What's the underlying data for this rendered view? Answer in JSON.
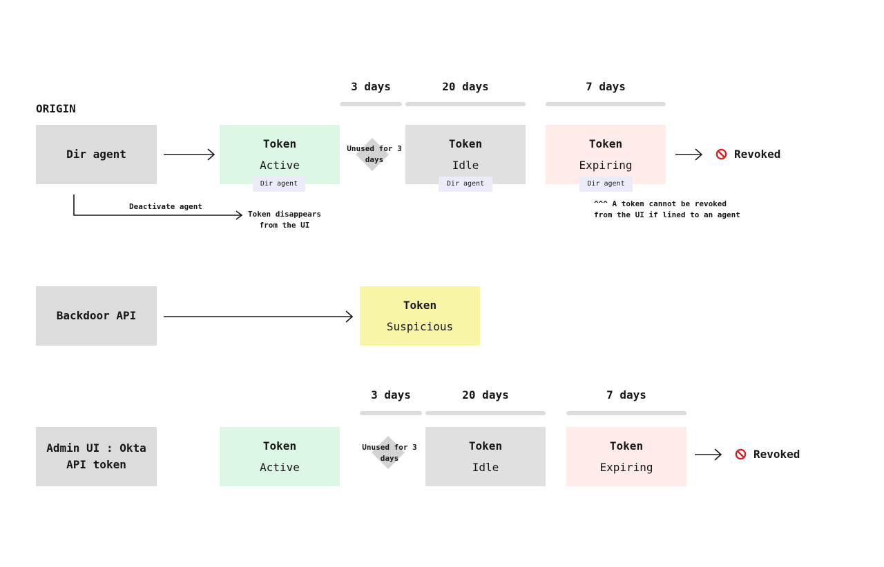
{
  "origin_heading": "ORIGIN",
  "row1": {
    "origin": "Dir agent",
    "durations": [
      "3 days",
      "20 days",
      "7 days"
    ],
    "tokens": [
      {
        "title": "Token",
        "state": "Active",
        "chip": "Dir agent"
      },
      {
        "title": "Token",
        "state": "Idle",
        "chip": "Dir agent"
      },
      {
        "title": "Token",
        "state": "Expiring",
        "chip": "Dir agent"
      }
    ],
    "condition": "Unused for 3 days",
    "revoked": "Revoked",
    "deactivate_label": "Deactivate agent",
    "disappears_label": "Token disappears from the UI",
    "note": "^^^ A token cannot be revoked from the UI if lined to an agent"
  },
  "row2": {
    "origin": "Backdoor API",
    "token": {
      "title": "Token",
      "state": "Suspicious"
    }
  },
  "row3": {
    "origin": "Admin UI : Okta API token",
    "durations": [
      "3 days",
      "20 days",
      "7 days"
    ],
    "tokens": [
      {
        "title": "Token",
        "state": "Active"
      },
      {
        "title": "Token",
        "state": "Idle"
      },
      {
        "title": "Token",
        "state": "Expiring"
      }
    ],
    "condition": "Unused for 3 days",
    "revoked": "Revoked"
  },
  "colors": {
    "origin_bg": "#dcdcdc",
    "active_bg": "#dcf7e3",
    "idle_bg": "#e0e0e0",
    "expiring_bg": "#ffece9",
    "suspicious_bg": "#f9f5a6",
    "chip_bg": "#ebecf8",
    "revoked_icon": "#da1e28"
  },
  "icons": {
    "revoked": "no-entry-icon"
  }
}
